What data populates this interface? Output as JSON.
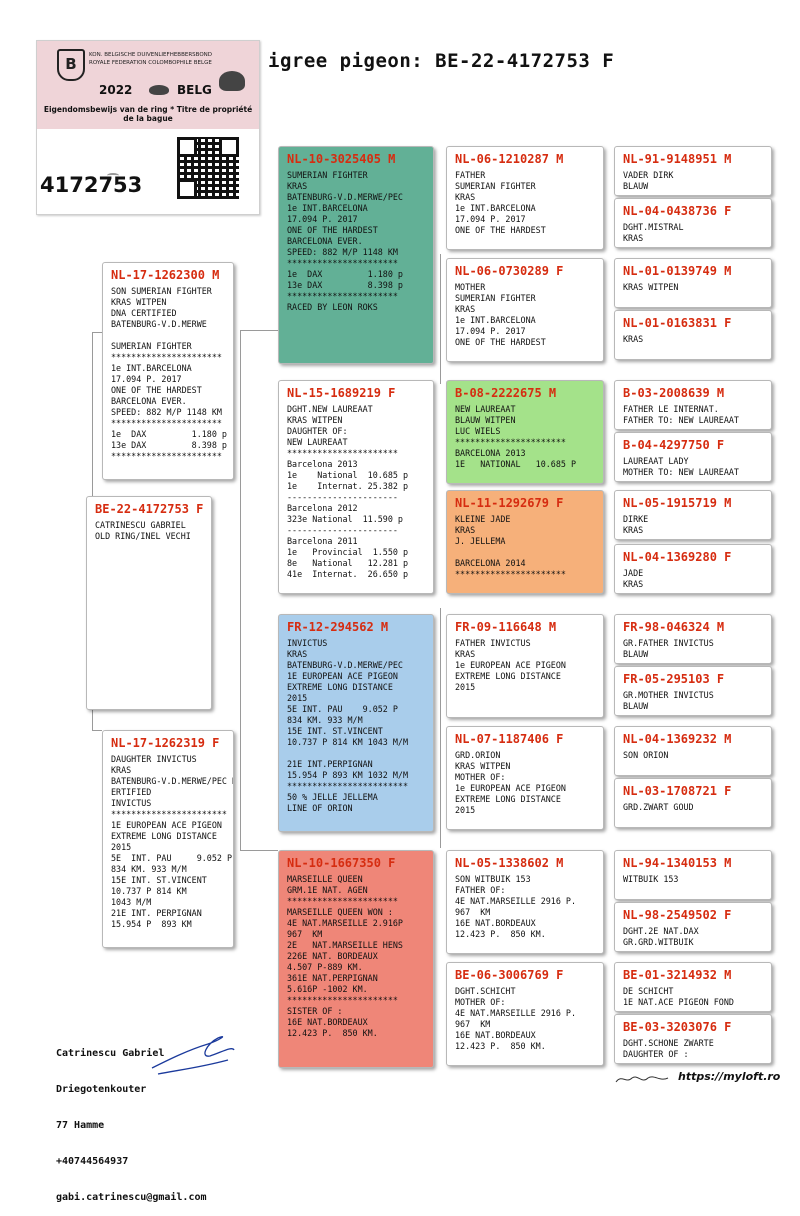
{
  "title": "igree pigeon: BE-22-4172753 F",
  "ring": {
    "org_nl": "KON. BELGISCHE DUIVENLIEFHEBBERSBOND",
    "org_fr": "ROYALE FEDERATION COLOMBOPHILE BELGE",
    "year": "2022",
    "country": "BELG",
    "subtitle": "Eigendomsbewijs van de ring * Titre de propriété de la bague",
    "logo_letter": "B",
    "number": "4172753"
  },
  "accent_color": "#d62c10",
  "boxes": [
    {
      "id": "b1",
      "ring": "BE-22-4172753 F",
      "bg": "#ffffff",
      "lines": [
        "CATRINESCU GABRIEL",
        "OLD RING/INEL VECHI"
      ]
    },
    {
      "id": "b2",
      "ring": "NL-17-1262300 M",
      "bg": "#ffffff",
      "lines": [
        "SON SUMERIAN FIGHTER",
        "KRAS WITPEN",
        "DNA CERTIFIED",
        "BATENBURG-V.D.MERWE",
        "",
        "SUMERIAN FIGHTER",
        "**********************",
        "1e INT.BARCELONA",
        "17.094 P. 2017",
        "ONE OF THE HARDEST",
        "BARCELONA EVER.",
        "SPEED: 882 M/P 1148 KM",
        "**********************",
        "1e  DAX         1.180 p",
        "13e DAX         8.398 p",
        "**********************"
      ]
    },
    {
      "id": "b3",
      "ring": "NL-17-1262319 F",
      "bg": "#ffffff",
      "lines": [
        "DAUGHTER INVICTUS",
        "KRAS",
        "BATENBURG-V.D.MERWE/PEC DNA C",
        "ERTIFIED",
        "INVICTUS",
        "***********************",
        "1E EUROPEAN ACE PIGEON",
        "EXTREME LONG DISTANCE",
        "2015",
        "5E  INT. PAU     9.052 P",
        "834 KM. 933 M/M",
        "15E INT. ST.VINCENT",
        "10.737 P 814 KM",
        "1043 M/M",
        "21E INT. PERPIGNAN",
        "15.954 P  893 KM"
      ]
    },
    {
      "id": "b4",
      "ring": "NL-10-3025405 M",
      "bg": "#62b096",
      "lines": [
        "SUMERIAN FIGHTER",
        "KRAS",
        "BATENBURG-V.D.MERWE/PEC",
        "1e INT.BARCELONA",
        "17.094 P. 2017",
        "ONE OF THE HARDEST",
        "BARCELONA EVER.",
        "SPEED: 882 M/P 1148 KM",
        "**********************",
        "1e  DAX         1.180 p",
        "13e DAX         8.398 p",
        "**********************",
        "RACED BY LEON ROKS"
      ]
    },
    {
      "id": "b5",
      "ring": "NL-15-1689219 F",
      "bg": "#ffffff",
      "lines": [
        "DGHT.NEW LAUREAAT",
        "KRAS WITPEN",
        "DAUGHTER OF:",
        "NEW LAUREAAT",
        "**********************",
        "Barcelona 2013",
        "1e    National  10.685 p",
        "1e    Internat. 25.382 p",
        "----------------------",
        "Barcelona 2012",
        "323e National  11.590 p",
        "----------------------",
        "Barcelona 2011",
        "1e   Provincial  1.550 p",
        "8e   National   12.281 p",
        "41e  Internat.  26.650 p"
      ]
    },
    {
      "id": "b6",
      "ring": "FR-12-294562 M",
      "bg": "#a9cdeb",
      "lines": [
        "INVICTUS",
        "KRAS",
        "BATENBURG-V.D.MERWE/PEC",
        "1E EUROPEAN ACE PIGEON",
        "EXTREME LONG DISTANCE",
        "2015",
        "5E INT. PAU    9.052 P",
        "834 KM. 933 M/M",
        "15E INT. ST.VINCENT",
        "10.737 P 814 KM 1043 M/M",
        "",
        "21E INT.PERPIGNAN",
        "15.954 P 893 KM 1032 M/M",
        "************************",
        "50 % JELLE JELLEMA",
        "LINE OF ORION"
      ]
    },
    {
      "id": "b7",
      "ring": "NL-10-1667350 F",
      "bg": "#ef8678",
      "lines": [
        "MARSEILLE QUEEN",
        "GRM.1E NAT. AGEN",
        "**********************",
        "MARSEILLE QUEEN WON :",
        "4E NAT.MARSEILLE 2.916P",
        "967  KM",
        "2E   NAT.MARSEILLE HENS",
        "226E NAT. BORDEAUX",
        "4.507 P-889 KM.",
        "361E NAT.PERPIGNAN",
        "5.616P -1002 KM.",
        "**********************",
        "SISTER OF :",
        "16E NAT.BORDEAUX",
        "12.423 P.  850 KM."
      ]
    },
    {
      "id": "b8",
      "ring": "NL-06-1210287 M",
      "bg": "#ffffff",
      "lines": [
        "FATHER",
        "SUMERIAN FIGHTER",
        "KRAS",
        "1e INT.BARCELONA",
        "17.094 P. 2017",
        "ONE OF THE HARDEST"
      ]
    },
    {
      "id": "b9",
      "ring": "NL-06-0730289 F",
      "bg": "#ffffff",
      "lines": [
        "MOTHER",
        "SUMERIAN FIGHTER",
        "KRAS",
        "1e INT.BARCELONA",
        "17.094 P. 2017",
        "ONE OF THE HARDEST"
      ]
    },
    {
      "id": "b10",
      "ring": "B-08-2222675 M",
      "bg": "#a4e28a",
      "lines": [
        "NEW LAUREAAT",
        "BLAUW WITPEN",
        "LUC WIELS",
        "**********************",
        "BARCELONA 2013",
        "1E   NATIONAL   10.685 P"
      ]
    },
    {
      "id": "b11",
      "ring": "NL-11-1292679 F",
      "bg": "#f6b07a",
      "lines": [
        "KLEINE JADE",
        "KRAS",
        "J. JELLEMA",
        "",
        "BARCELONA 2014",
        "**********************"
      ]
    },
    {
      "id": "b12",
      "ring": "FR-09-116648 M",
      "bg": "#ffffff",
      "lines": [
        "FATHER INVICTUS",
        "KRAS",
        "1e EUROPEAN ACE PIGEON",
        "EXTREME LONG DISTANCE",
        "2015"
      ]
    },
    {
      "id": "b13",
      "ring": "NL-07-1187406 F",
      "bg": "#ffffff",
      "lines": [
        "GRD.ORION",
        "KRAS WITPEN",
        "MOTHER OF:",
        "1e EUROPEAN ACE PIGEON",
        "EXTREME LONG DISTANCE",
        "2015"
      ]
    },
    {
      "id": "b14",
      "ring": "NL-05-1338602 M",
      "bg": "#ffffff",
      "lines": [
        "SON WITBUIK 153",
        "FATHER OF:",
        "4E NAT.MARSEILLE 2916 P.",
        "967  KM",
        "16E NAT.BORDEAUX",
        "12.423 P.  850 KM."
      ]
    },
    {
      "id": "b15",
      "ring": "BE-06-3006769 F",
      "bg": "#ffffff",
      "lines": [
        "DGHT.SCHICHT",
        "MOTHER OF:",
        "4E NAT.MARSEILLE 2916 P.",
        "967  KM",
        "16E NAT.BORDEAUX",
        "12.423 P.  850 KM."
      ]
    },
    {
      "id": "b16",
      "ring": "NL-91-9148951 M",
      "bg": "#ffffff",
      "lines": [
        "VADER DIRK",
        "BLAUW"
      ]
    },
    {
      "id": "b17",
      "ring": "NL-04-0438736 F",
      "bg": "#ffffff",
      "lines": [
        "DGHT.MISTRAL",
        "KRAS"
      ]
    },
    {
      "id": "b18",
      "ring": "NL-01-0139749 M",
      "bg": "#ffffff",
      "lines": [
        "KRAS WITPEN"
      ]
    },
    {
      "id": "b19",
      "ring": "NL-01-0163831 F",
      "bg": "#ffffff",
      "lines": [
        "KRAS"
      ]
    },
    {
      "id": "b20",
      "ring": "B-03-2008639 M",
      "bg": "#ffffff",
      "lines": [
        "FATHER LE INTERNAT.",
        "FATHER TO: NEW LAUREAAT"
      ]
    },
    {
      "id": "b21",
      "ring": "B-04-4297750 F",
      "bg": "#ffffff",
      "lines": [
        "LAUREAAT LADY",
        "MOTHER TO: NEW LAUREAAT"
      ]
    },
    {
      "id": "b22",
      "ring": "NL-05-1915719 M",
      "bg": "#ffffff",
      "lines": [
        "DIRKE",
        "KRAS"
      ]
    },
    {
      "id": "b23",
      "ring": "NL-04-1369280 F",
      "bg": "#ffffff",
      "lines": [
        "JADE",
        "KRAS"
      ]
    },
    {
      "id": "b24",
      "ring": "FR-98-046324 M",
      "bg": "#ffffff",
      "lines": [
        "GR.FATHER INVICTUS",
        "BLAUW"
      ]
    },
    {
      "id": "b25",
      "ring": "FR-05-295103 F",
      "bg": "#ffffff",
      "lines": [
        "GR.MOTHER INVICTUS",
        "BLAUW"
      ]
    },
    {
      "id": "b26",
      "ring": "NL-04-1369232 M",
      "bg": "#ffffff",
      "lines": [
        "SON ORION"
      ]
    },
    {
      "id": "b27",
      "ring": "NL-03-1708721 F",
      "bg": "#ffffff",
      "lines": [
        "GRD.ZWART GOUD"
      ]
    },
    {
      "id": "b28",
      "ring": "NL-94-1340153 M",
      "bg": "#ffffff",
      "lines": [
        "WITBUIK 153"
      ]
    },
    {
      "id": "b29",
      "ring": "NL-98-2549502 F",
      "bg": "#ffffff",
      "lines": [
        "DGHT.2E NAT.DAX",
        "GR.GRD.WITBUIK"
      ]
    },
    {
      "id": "b30",
      "ring": "BE-01-3214932 M",
      "bg": "#ffffff",
      "lines": [
        "DE SCHICHT",
        "1E NAT.ACE PIGEON FOND"
      ]
    },
    {
      "id": "b31",
      "ring": "BE-03-3203076 F",
      "bg": "#ffffff",
      "lines": [
        "DGHT.SCHONE ZWARTE",
        "DAUGHTER OF :"
      ]
    }
  ],
  "contact": [
    "Catrinescu Gabriel",
    "Driegotenkouter",
    "77 Hamme",
    "+40744564937",
    "gabi.catrinescu@gmail.com"
  ],
  "footer": {
    "site": "https://myloft.ro"
  }
}
